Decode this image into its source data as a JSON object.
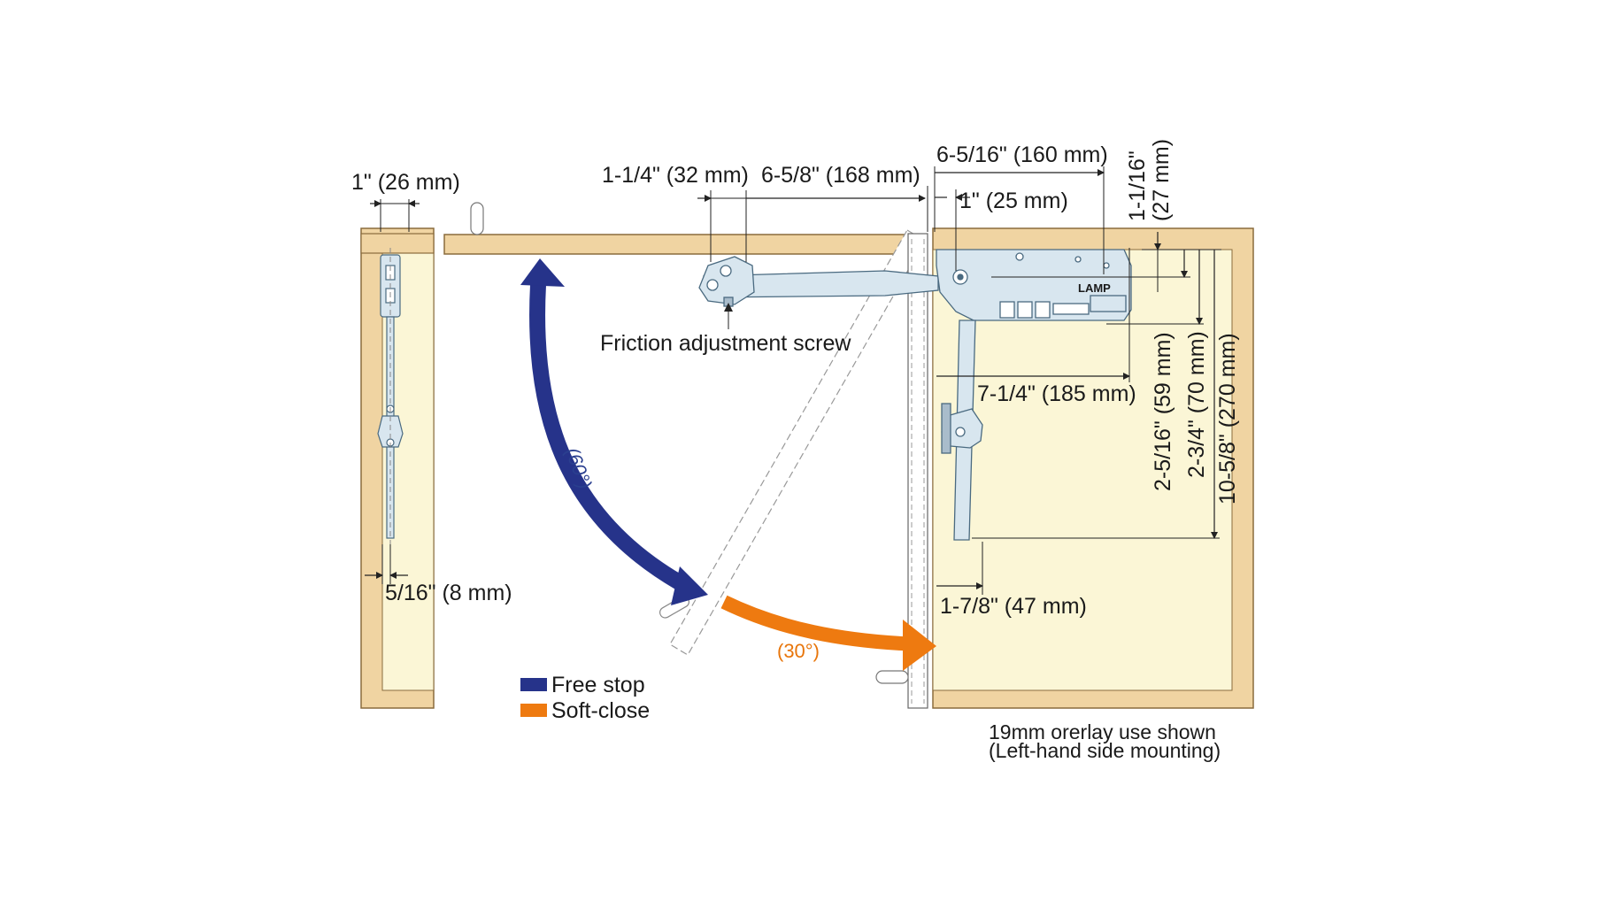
{
  "colors": {
    "wood": "#f0d4a2",
    "wood_stroke": "#8a6c3d",
    "interior": "#fbf6d6",
    "hardware": "#d8e6ef",
    "hardware_stroke": "#4a6a80",
    "free_stop": "#26338a",
    "soft_close": "#ee7a10",
    "dim_line": "#222222"
  },
  "dimensions": {
    "side_width": "1\" (26 mm)",
    "side_offset": "5/16\" (8 mm)",
    "screw_spacing": "1-1/4\" (32 mm)",
    "arm_length": "6-5/8\" (168 mm)",
    "body_width": "6-5/16\" (160 mm)",
    "door_gap": "1\" (25 mm)",
    "top_offset": "1-1/16\"\n(27 mm)",
    "top_offset_line1": "1-1/16\"",
    "top_offset_line2": "(27 mm)",
    "depth_185": "7-1/4\" (185 mm)",
    "height_59": "2-5/16\" (59 mm)",
    "height_70": "2-3/4\" (70 mm)",
    "height_270": "10-5/8\" (270 mm)",
    "bottom_47": "1-7/8\" (47 mm)"
  },
  "labels": {
    "friction_screw": "Friction adjustment screw",
    "brand": "LAMP",
    "angle_free": "(60°)",
    "angle_soft": "(30°)"
  },
  "legend": [
    {
      "label": "Free stop",
      "color_key": "free_stop"
    },
    {
      "label": "Soft-close",
      "color_key": "soft_close"
    }
  ],
  "note": {
    "line1": "19mm orerlay use shown",
    "line2": "(Left-hand side mounting)"
  }
}
